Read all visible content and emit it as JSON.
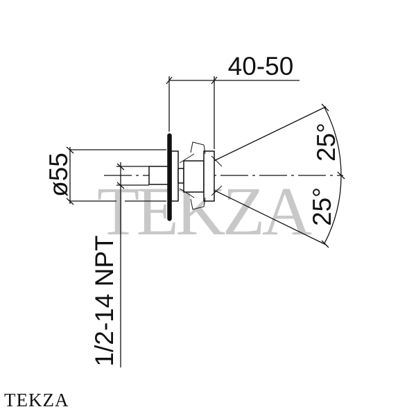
{
  "dimensions": {
    "depth": "40-50",
    "diameter": "ø55",
    "thread": "1/2-14 NPT",
    "angle_up": "25°",
    "angle_down": "25°"
  },
  "watermark": "TEKZA",
  "brand": "TEKZA",
  "colors": {
    "line": "#111111",
    "watermark": "#c8c8c8"
  }
}
